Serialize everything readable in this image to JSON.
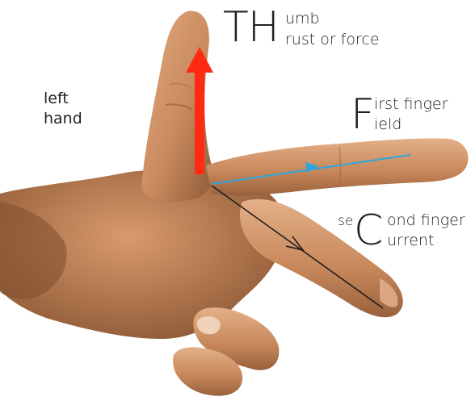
{
  "hand_label": [
    "left",
    "hand"
  ],
  "thumb": {
    "big_letters": "TH",
    "line1": "umb",
    "line2": "rust or force",
    "arrow_color": "#ff2a12"
  },
  "first_finger": {
    "big_letter": "F",
    "line1": "irst finger",
    "line2": "ield",
    "arrow_color": "#2ea6dd"
  },
  "second_finger": {
    "prefix": "se",
    "big_letter": "C",
    "line1": "ond finger",
    "line2": "urrent",
    "arrow_color": "#1a1a1a"
  },
  "colors": {
    "skin": "#c98a5e",
    "skin_light": "#e0a87c",
    "skin_dark": "#8e5a36",
    "text": "#222222"
  }
}
